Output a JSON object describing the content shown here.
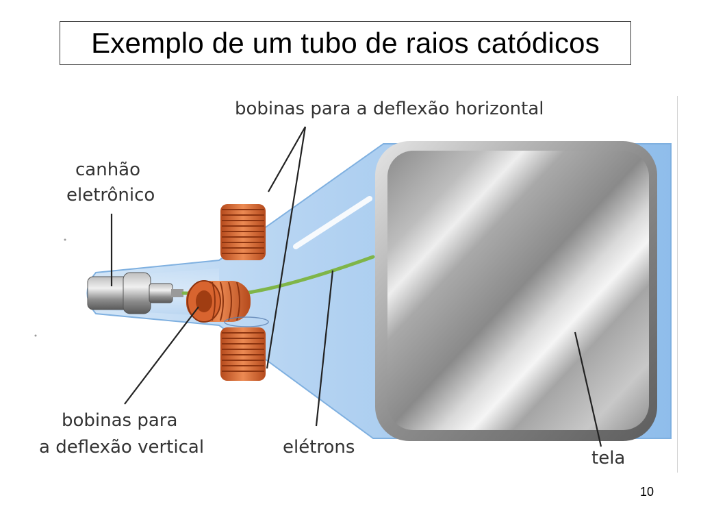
{
  "slide": {
    "title": "Exemplo de um tubo de raios catódicos",
    "page_number": "10"
  },
  "labels": {
    "horizontal_coils": "bobinas para a deflexão horizontal",
    "electron_gun_line1": "canhão",
    "electron_gun_line2": "eletrônico",
    "vertical_coils_line1": "bobinas para",
    "vertical_coils_line2": "a deflexão vertical",
    "electrons": "elétrons",
    "screen": "tela"
  },
  "colors": {
    "tube_glass": "#a9cdf0",
    "tube_edge": "#7fb0e0",
    "coil_copper": "#d8642f",
    "beam": "#7fb548",
    "screen_gray": "#9a9a9a",
    "leader": "#222222"
  }
}
